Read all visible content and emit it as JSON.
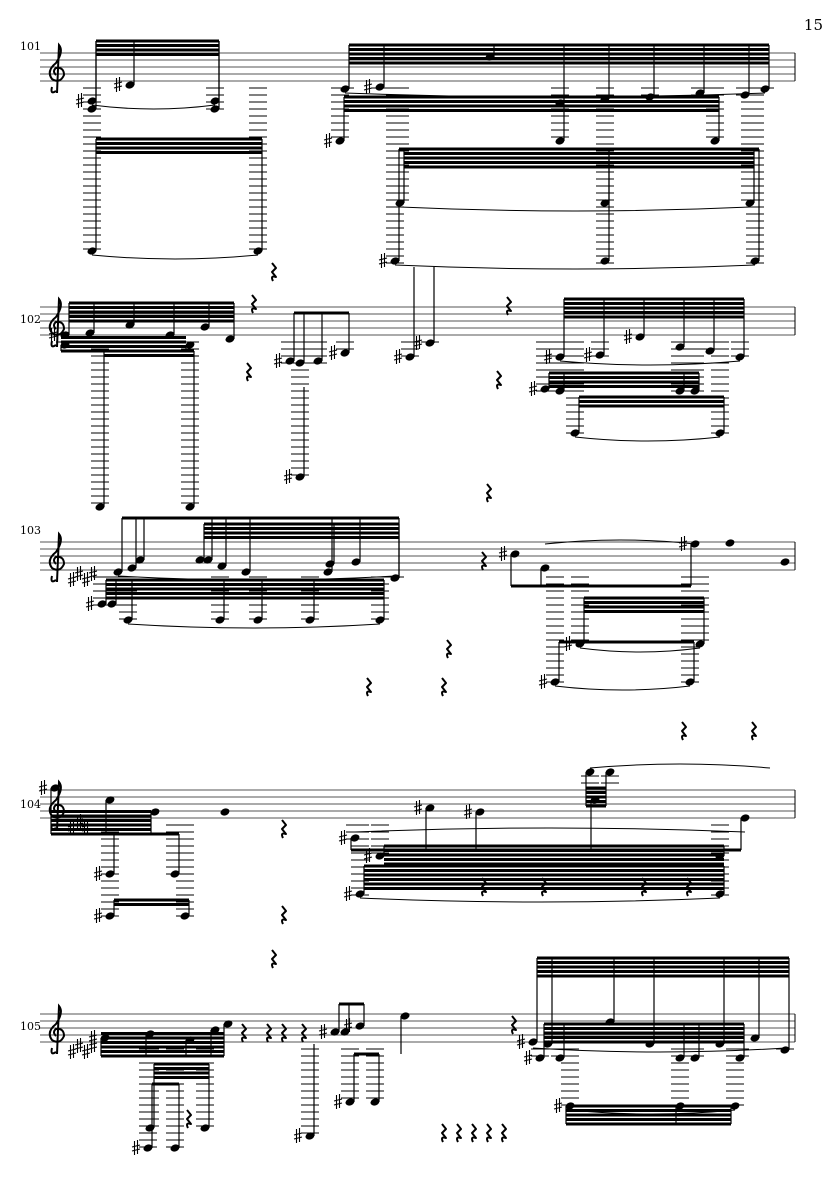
{
  "page_number": "15",
  "systems": [
    {
      "measure": "101",
      "key_sharps": 0
    },
    {
      "measure": "102",
      "key_sharps": 0
    },
    {
      "measure": "103",
      "key_sharps": 4
    },
    {
      "measure": "104",
      "key_sharps": 3
    },
    {
      "measure": "105",
      "key_sharps": 4
    }
  ]
}
